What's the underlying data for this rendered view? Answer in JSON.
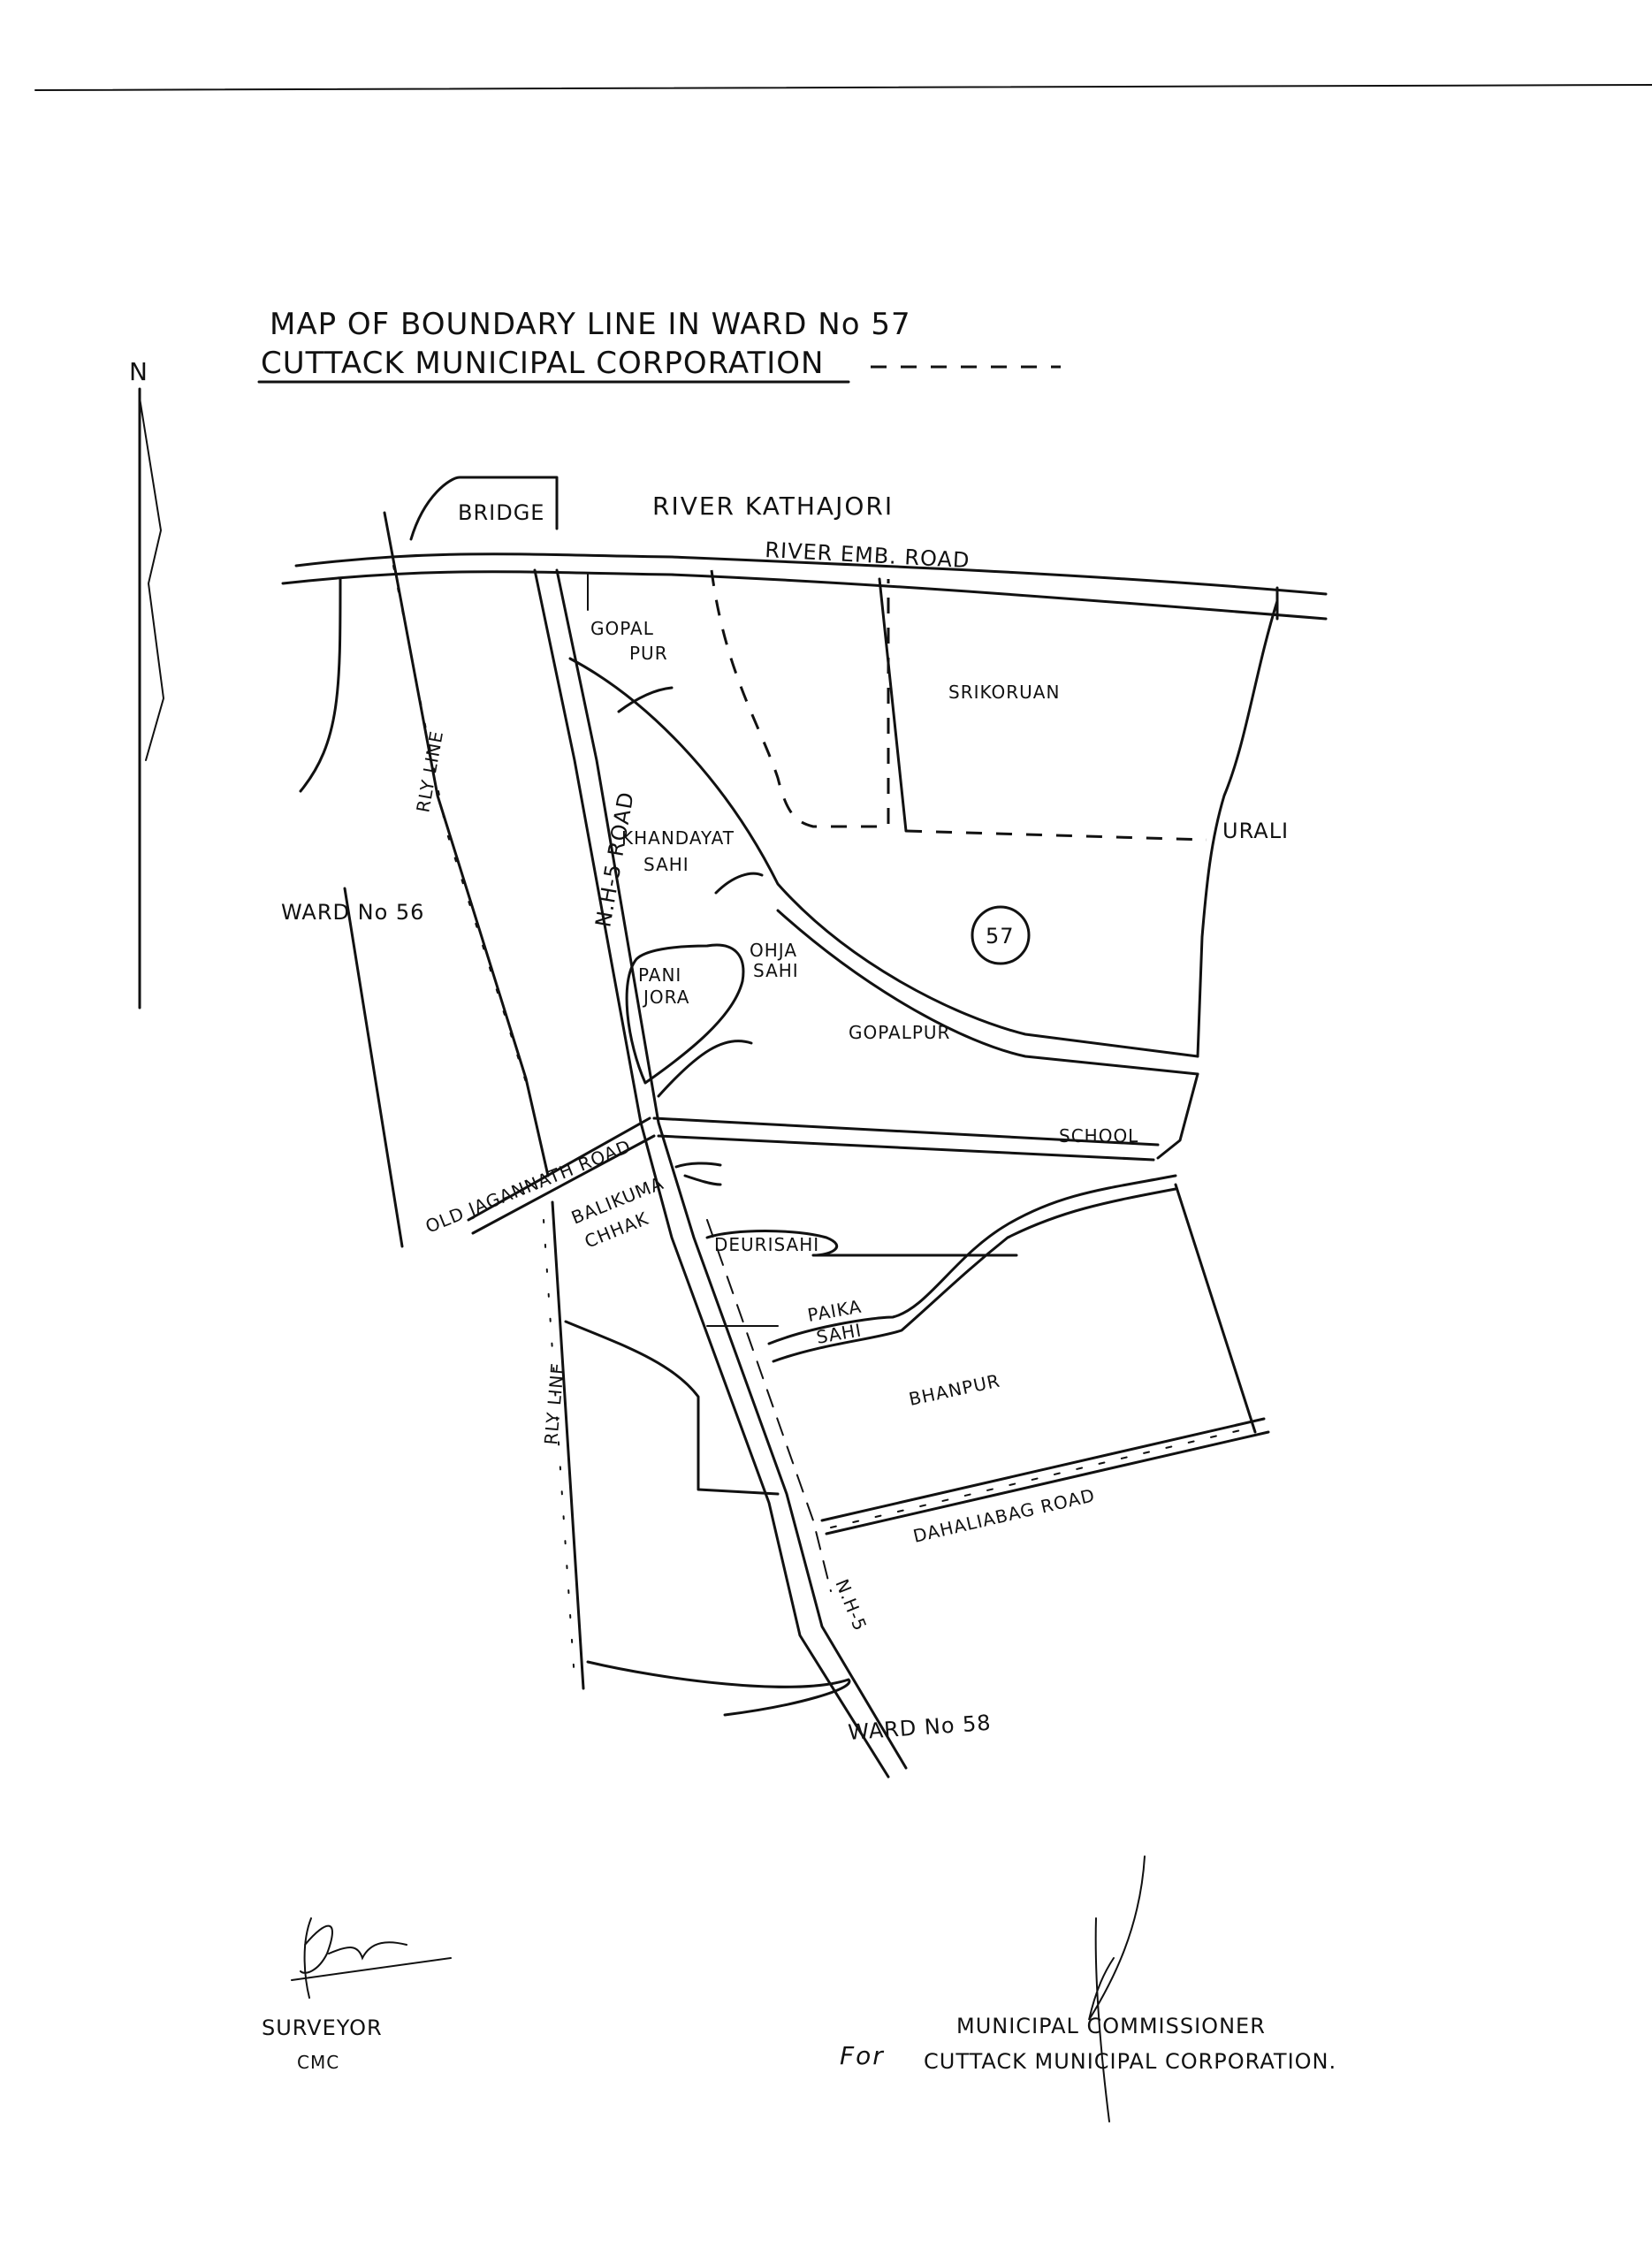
{
  "title": {
    "line1": "MAP OF BOUNDARY LINE IN WARD No 57",
    "line2": "CUTTACK MUNICIPAL CORPORATION"
  },
  "north_arrow": {
    "label": "N",
    "icon": "north-arrow-icon"
  },
  "labels": {
    "bridge": "BRIDGE",
    "river": "RIVER KATHAJORI",
    "river_road": "RIVER EMB. ROAD",
    "gopalpur_top_1": "GOPAL",
    "gopalpur_top_2": "PUR",
    "srikoruan": "SRIKORUAN",
    "urali": "URALI",
    "rly_line_top": "RLY LINE",
    "nh5_road": "N.H-5 ROAD",
    "khandayat_1": "KHANDAYAT",
    "khandayat_2": "SAHI",
    "ward_number": "57",
    "ward_56": "WARD No 56",
    "pani_1": "PANI",
    "pani_2": "JORA",
    "ohja_1": "OHJA",
    "ohja_2": "SAHI",
    "gopalpur_mid": "GOPALPUR",
    "school": "SCHOOL",
    "old_jagannath": "OLD JAGANNATH ROAD",
    "balikuma_1": "BALIKUMA",
    "balikuma_2": "CHHAK",
    "deurisahi": "DEURISAHI",
    "paika_1": "PAIKA",
    "paika_2": "SAHI",
    "bhanpur": "BHANPUR",
    "rly_line_bottom": "RLY LINE",
    "dahaliabag": "DAHALIABAG ROAD",
    "nh5_bottom": "N.H-5",
    "ward_58": "WARD No 58"
  },
  "signatures": {
    "surveyor_1": "SURVEYOR",
    "surveyor_2": "CMC",
    "commissioner_prefix": "For",
    "commissioner_1": "MUNICIPAL COMMISSIONER",
    "commissioner_2": "CUTTACK MUNICIPAL CORPORATION."
  },
  "colors": {
    "ink": "#111111",
    "paper": "#ffffff"
  }
}
